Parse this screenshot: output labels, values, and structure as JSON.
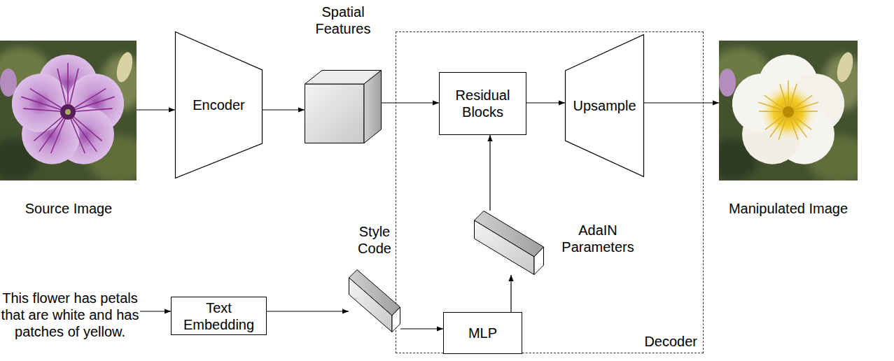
{
  "diagram": {
    "nodes": [
      {
        "text": [
          "Source Image"
        ]
      },
      {
        "text": [
          "Encoder"
        ]
      },
      {
        "text": [
          "Spatial Features"
        ]
      },
      {
        "text": [
          "Decoder"
        ]
      },
      {
        "text": [
          "Residual Blocks"
        ],
        "in": 3
      },
      {
        "text": [
          "Upsample"
        ],
        "in": 3
      },
      {
        "text": [
          "Manipulated Image"
        ]
      },
      {
        "text": [
          "AdaIN Parameters"
        ],
        "in": 3
      },
      {
        "text": [
          "This flower has petals that are white and has patches of yellow."
        ]
      },
      {
        "text": [
          "Text Embedding"
        ]
      },
      {
        "text": [
          "Style Code"
        ]
      },
      {
        "text": [
          "MLP"
        ],
        "in": 3
      }
    ],
    "edges": [
      {
        "from": 0,
        "to": 1,
        "arrow": "to"
      },
      {
        "from": 1,
        "to": 2,
        "arrow": "to"
      },
      {
        "from": 2,
        "to": 4,
        "arrow": "to"
      },
      {
        "from": 4,
        "to": 5,
        "arrow": "to"
      },
      {
        "from": 5,
        "to": 6,
        "arrow": "to"
      },
      {
        "from": 8,
        "to": 9,
        "arrow": "to"
      },
      {
        "from": 9,
        "to": 10,
        "arrow": "to"
      },
      {
        "from": 10,
        "to": 11,
        "arrow": "to"
      },
      {
        "from": 11,
        "to": 7,
        "arrow": "to"
      },
      {
        "from": 7,
        "to": 4,
        "arrow": "to"
      }
    ]
  }
}
